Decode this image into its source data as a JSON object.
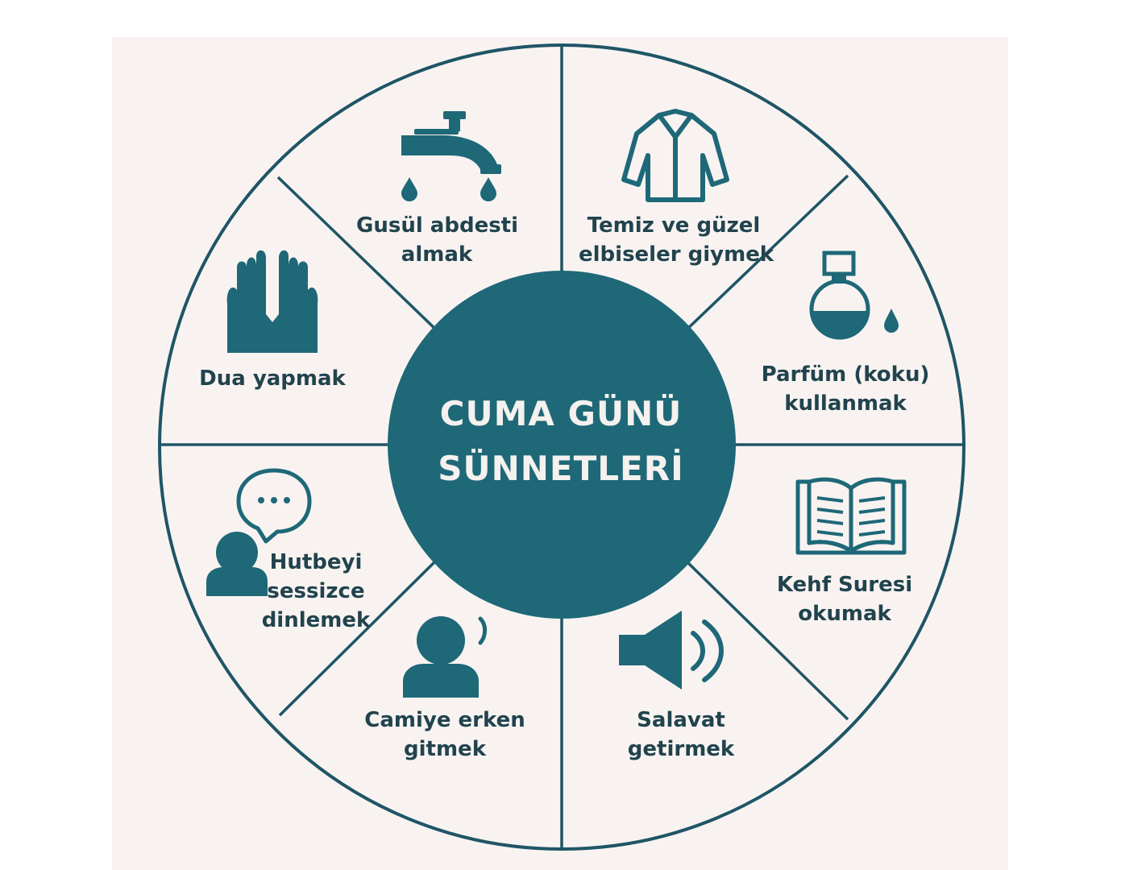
{
  "colors": {
    "accent": "#1e6878",
    "line": "#1f5566",
    "text": "#21434d",
    "panel": "#f8f3f1",
    "center_text": "#f4f1ee"
  },
  "center": {
    "line1": "CUMA GÜNÜ",
    "line2": "SÜNNETLERİ"
  },
  "segments": [
    {
      "icon": "faucet-icon",
      "line1": "Gusül abdesti",
      "line2": "almak"
    },
    {
      "icon": "shirt-icon",
      "line1": "Temiz ve güzel",
      "line2": "elbiseler giymek"
    },
    {
      "icon": "perfume-icon",
      "line1": "Parfüm (koku)",
      "line2": "kullanmak"
    },
    {
      "icon": "book-icon",
      "line1": "Kehf Suresi",
      "line2": "okumak"
    },
    {
      "icon": "speaker-icon",
      "line1": "Salavat",
      "line2": "getirmek"
    },
    {
      "icon": "person-icon",
      "line1": "Camiye erken",
      "line2": "gitmek"
    },
    {
      "icon": "listener-icon",
      "line1": "Hutbeyi",
      "line2": "sessizce",
      "line3": "dinlemek"
    },
    {
      "icon": "praying-hands-icon",
      "line1": "Dua yapmak"
    }
  ]
}
